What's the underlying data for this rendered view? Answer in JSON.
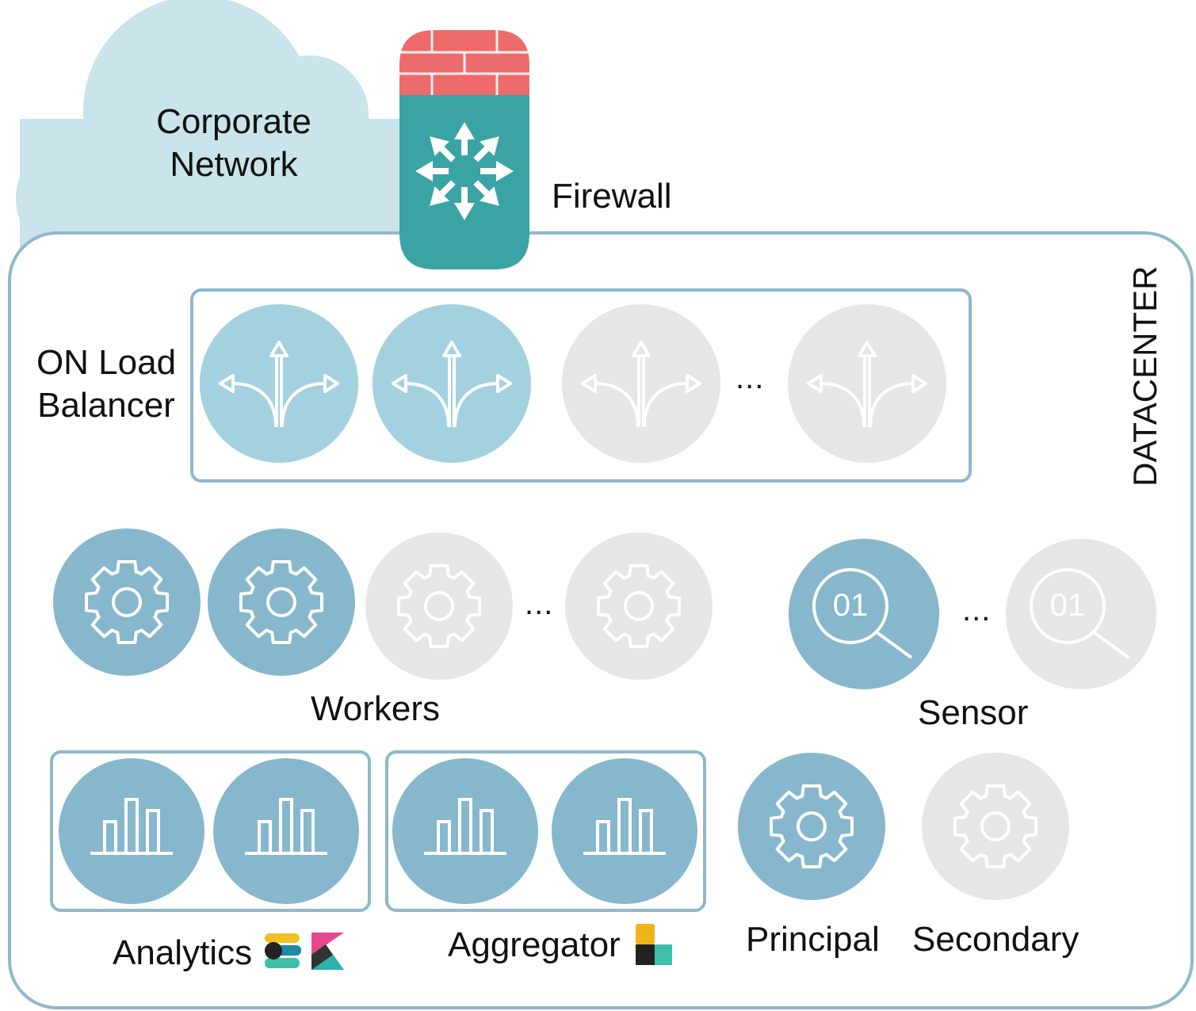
{
  "cloud": {
    "line1": "Corporate",
    "line2": "Network"
  },
  "firewall": {
    "label": "Firewall"
  },
  "datacenter": {
    "label": "DATACENTER"
  },
  "load_balancer": {
    "line1": "ON Load",
    "line2": "Balancer",
    "ellipsis": "..."
  },
  "workers": {
    "label": "Workers",
    "ellipsis": "..."
  },
  "sensor": {
    "label": "Sensor",
    "ellipsis": "...",
    "icon_text": "01"
  },
  "analytics": {
    "label": "Analytics"
  },
  "aggregator": {
    "label": "Aggregator"
  },
  "principal": {
    "label": "Principal"
  },
  "secondary": {
    "label": "Secondary"
  },
  "colors": {
    "cloud": "#c9e4ea",
    "firewall_top": "#ee6b6b",
    "firewall_body": "#3aa3a3",
    "lb_active": "#a3d1e0",
    "node_active": "#86b7cc",
    "inactive": "#e6e6e6",
    "frame": "#8fb8cb"
  }
}
